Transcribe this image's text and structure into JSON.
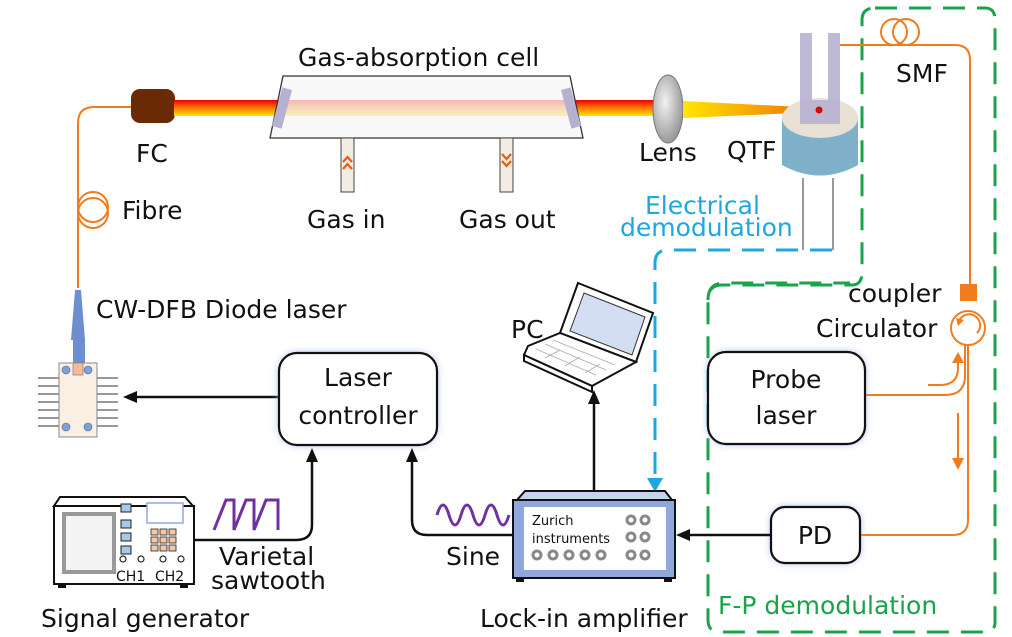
{
  "figure": {
    "type": "experimental setup schematic",
    "labels": {
      "gas_cell": "Gas-absorption cell",
      "gas_in": "Gas in",
      "gas_out": "Gas out",
      "fc": "FC",
      "fibre": "Fibre",
      "lens": "Lens",
      "qtf": "QTF",
      "smf": "SMF",
      "electrical_demod_line1": "Electrical",
      "electrical_demod_line2": "demodulation",
      "diode_laser": "CW-DFB Diode laser",
      "laser_controller_line1": "Laser",
      "laser_controller_line2": "controller",
      "pc": "PC",
      "coupler": "coupler",
      "circulator": "Circulator",
      "probe_laser_line1": "Probe",
      "probe_laser_line2": "laser",
      "pd": "PD",
      "varietal_line1": "Varietal",
      "varietal_line2": "sawtooth",
      "sine": "Sine",
      "signal_generator": "Signal generator",
      "ch1": "CH1",
      "ch2": "CH2",
      "zurich_line1": "Zurich",
      "zurich_line2": "instruments",
      "lockin": "Lock-in amplifier",
      "fp_demod": "F-P demodulation"
    },
    "colors": {
      "fiber": "#f07c1e",
      "electrical_demod": "#1ea7e1",
      "fp_demod": "#1aa34a",
      "waveform": "#7030a0",
      "fc": "#6b2a06",
      "qtf_body": "#7fb0c9",
      "qtf_tines": "#b7b1d1",
      "instrument_blue": "#8fa8dc"
    }
  }
}
